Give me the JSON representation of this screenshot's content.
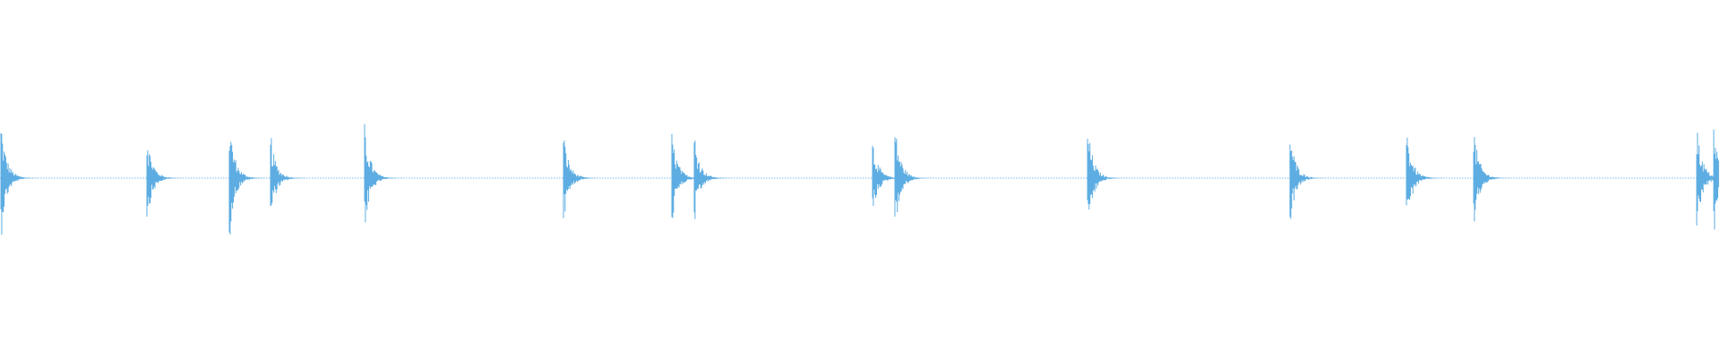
{
  "waveform": {
    "color": "#5dade2",
    "background": "#ffffff",
    "transients_fraction": [
      0.0,
      0.085,
      0.133,
      0.157,
      0.212,
      0.328,
      0.391,
      0.404,
      0.508,
      0.521,
      0.633,
      0.751,
      0.819,
      0.858,
      0.988,
      0.998
    ],
    "peak_amplitudes": [
      0.9,
      0.7,
      0.92,
      0.66,
      0.86,
      0.7,
      0.74,
      0.7,
      0.6,
      0.86,
      0.86,
      0.76,
      0.8,
      0.78,
      0.84,
      0.82
    ]
  }
}
